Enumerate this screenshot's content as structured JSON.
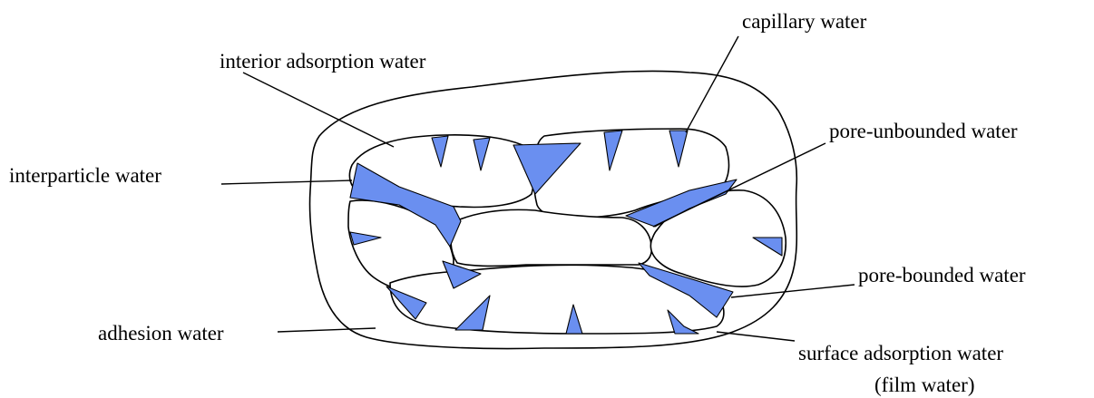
{
  "labels": {
    "capillary": "capillary water",
    "interior_adsorption": "interior adsorption water",
    "pore_unbounded": "pore-unbounded water",
    "interparticle": "interparticle water",
    "pore_bounded": "pore-bounded water",
    "adhesion": "adhesion water",
    "surface_adsorption": "surface adsorption water",
    "film_water": "(film water)"
  },
  "colors": {
    "water": "#6a8ff0",
    "outline": "#000000",
    "background": "#ffffff"
  }
}
